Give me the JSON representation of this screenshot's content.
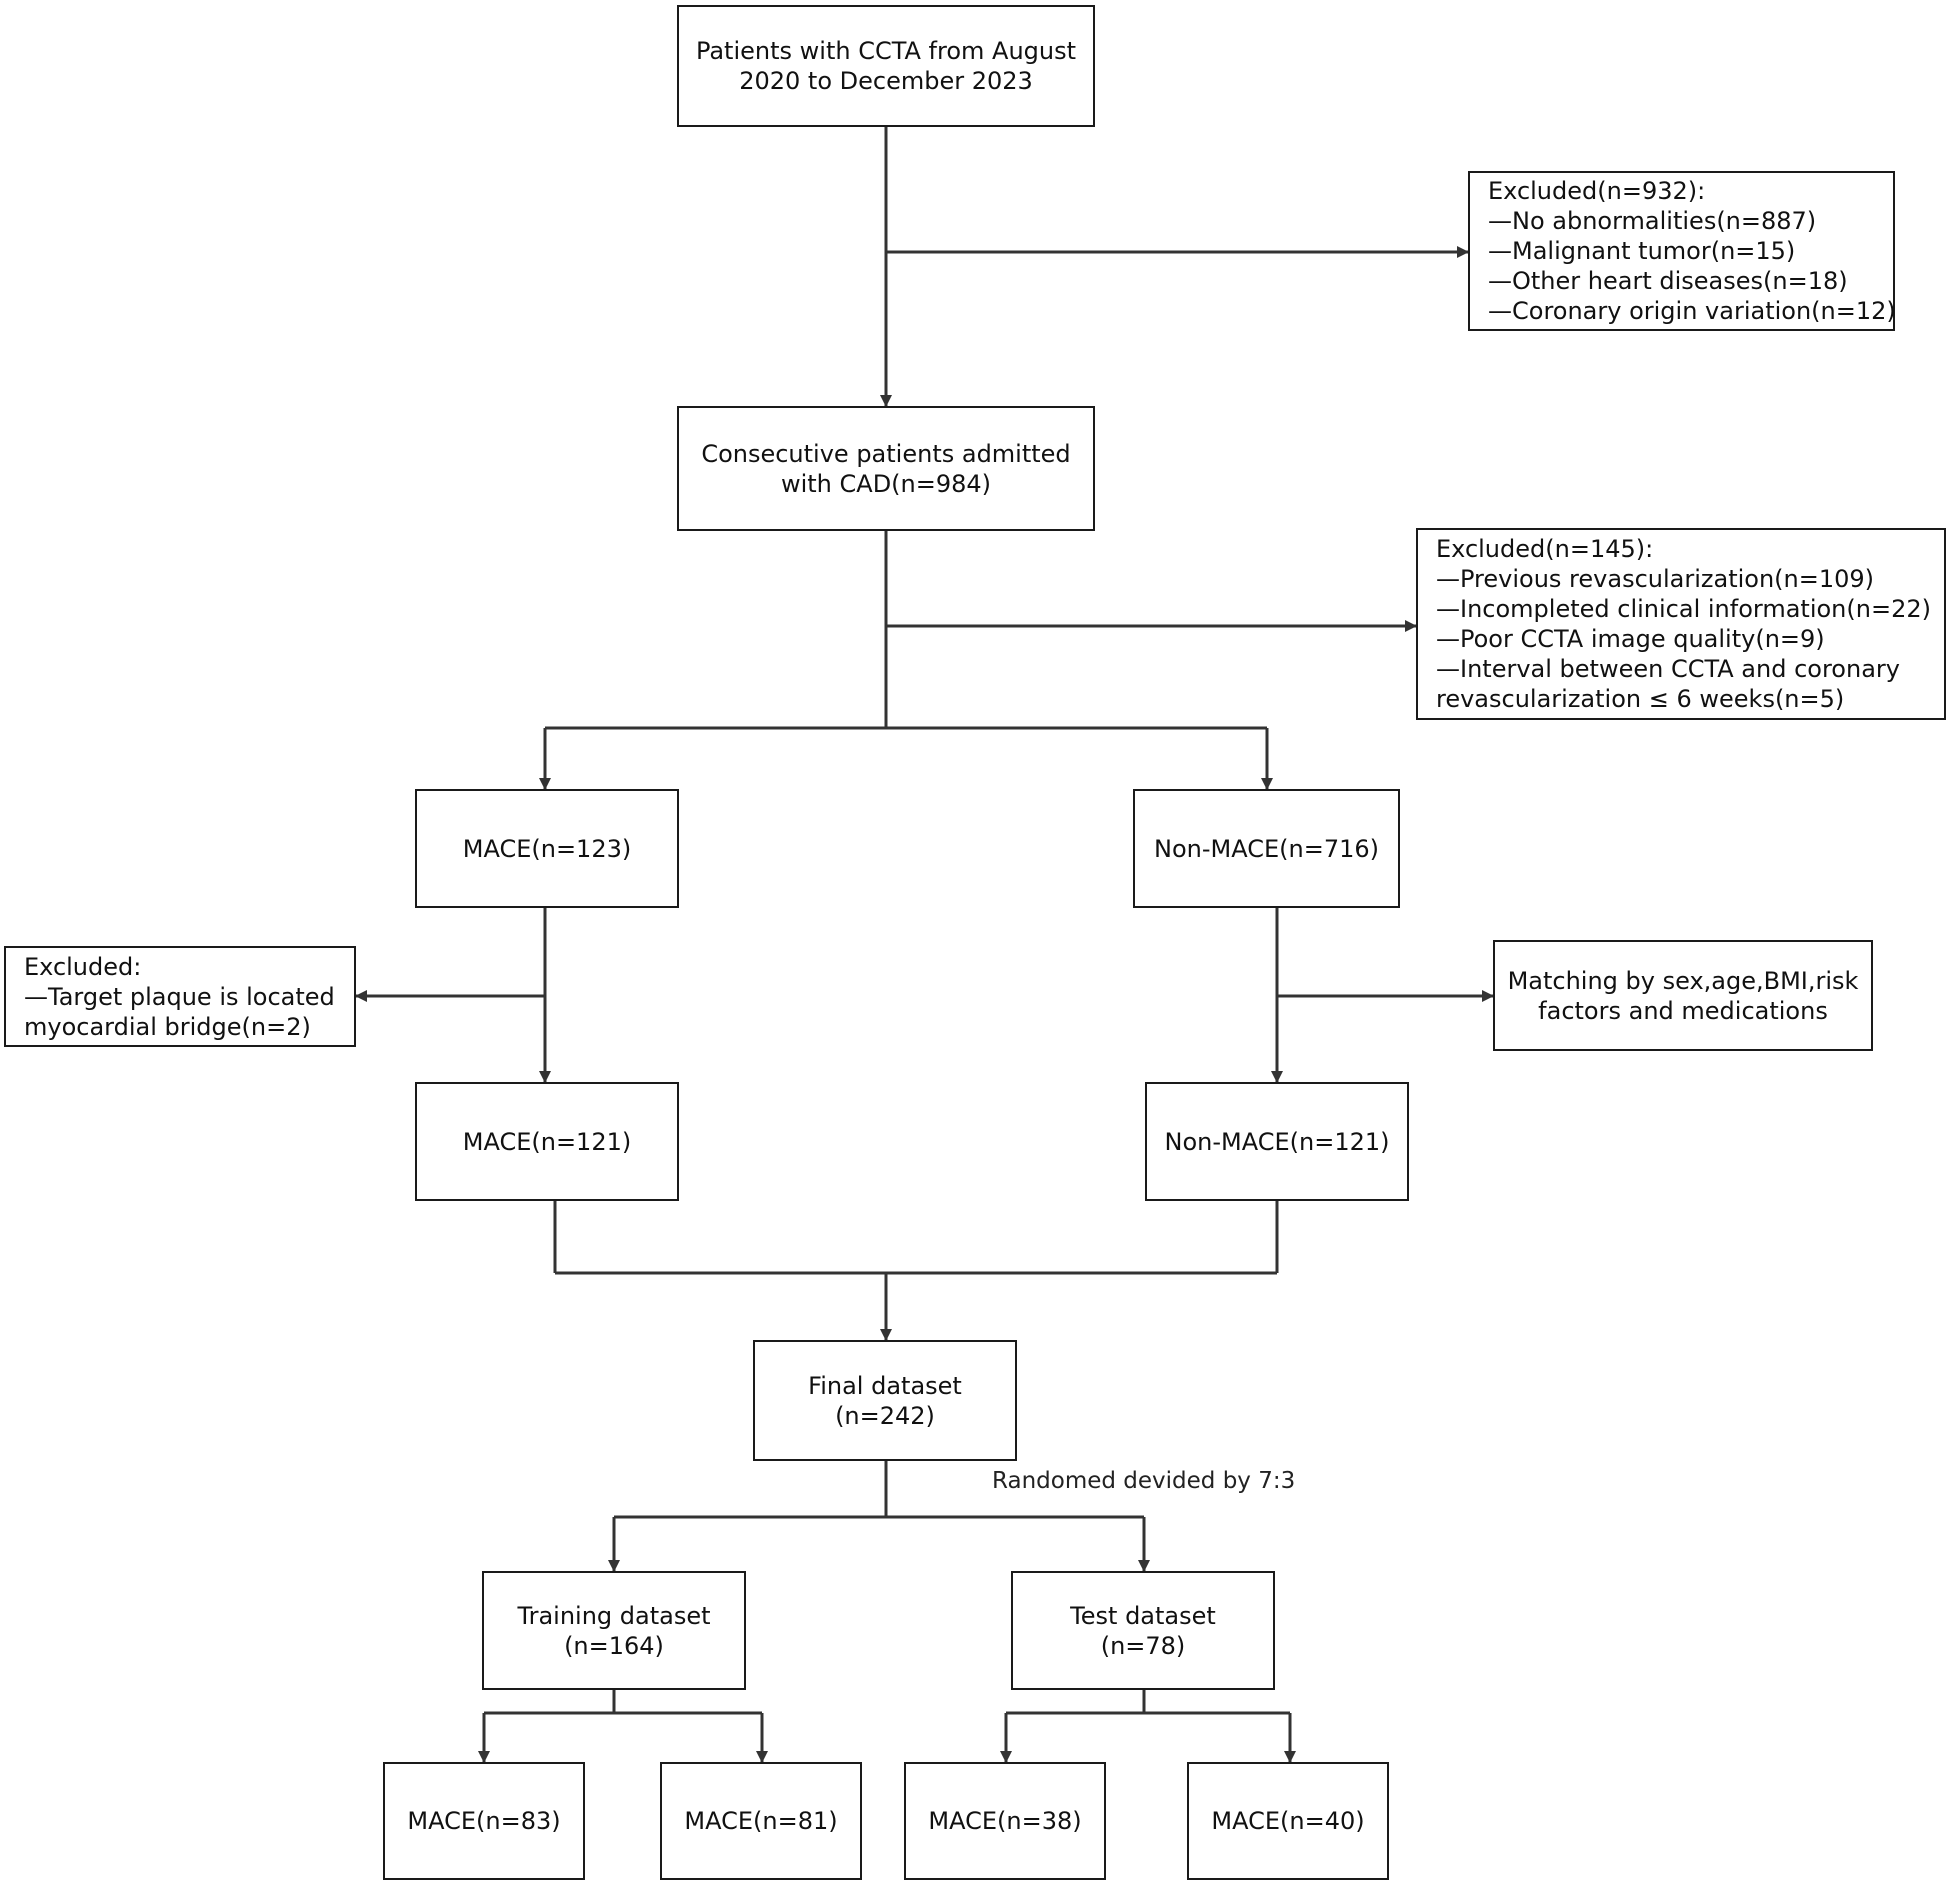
{
  "boxes": {
    "patients_ccta": [
      "Patients with CCTA from August",
      "2020 to December 2023"
    ],
    "excluded_1": [
      "Excluded(n=932):",
      "—No abnormalities(n=887)",
      "—Malignant tumor(n=15)",
      "—Other heart diseases(n=18)",
      "—Coronary origin variation(n=12)"
    ],
    "consecutive_cad": [
      "Consecutive patients admitted",
      "with CAD(n=984)"
    ],
    "excluded_2": [
      "Excluded(n=145):",
      "—Previous revascularization(n=109)",
      "—Incompleted clinical information(n=22)",
      "—Poor CCTA image quality(n=9)",
      "—Interval between CCTA and coronary",
      "revascularization ≤ 6 weeks(n=5)"
    ],
    "mace_123": [
      "MACE(n=123)"
    ],
    "non_mace_716": [
      "Non-MACE(n=716)"
    ],
    "excluded_3": [
      "Excluded:",
      "—Target plaque is located",
      "myocardial bridge(n=2)"
    ],
    "matching": [
      "Matching by  sex,age,BMI,risk",
      "factors and medications"
    ],
    "mace_121": [
      "MACE(n=121)"
    ],
    "non_mace_121": [
      "Non-MACE(n=121)"
    ],
    "final_dataset": [
      "Final dataset",
      "(n=242)"
    ],
    "training_dataset": [
      "Training dataset",
      "(n=164)"
    ],
    "test_dataset": [
      "Test dataset",
      "(n=78)"
    ],
    "mace_83": [
      "MACE(n=83)"
    ],
    "mace_81": [
      "MACE(n=81)"
    ],
    "mace_38": [
      "MACE(n=38)"
    ],
    "mace_40": [
      "MACE(n=40)"
    ]
  },
  "labels": {
    "split": "Randomed devided by 7:3"
  }
}
